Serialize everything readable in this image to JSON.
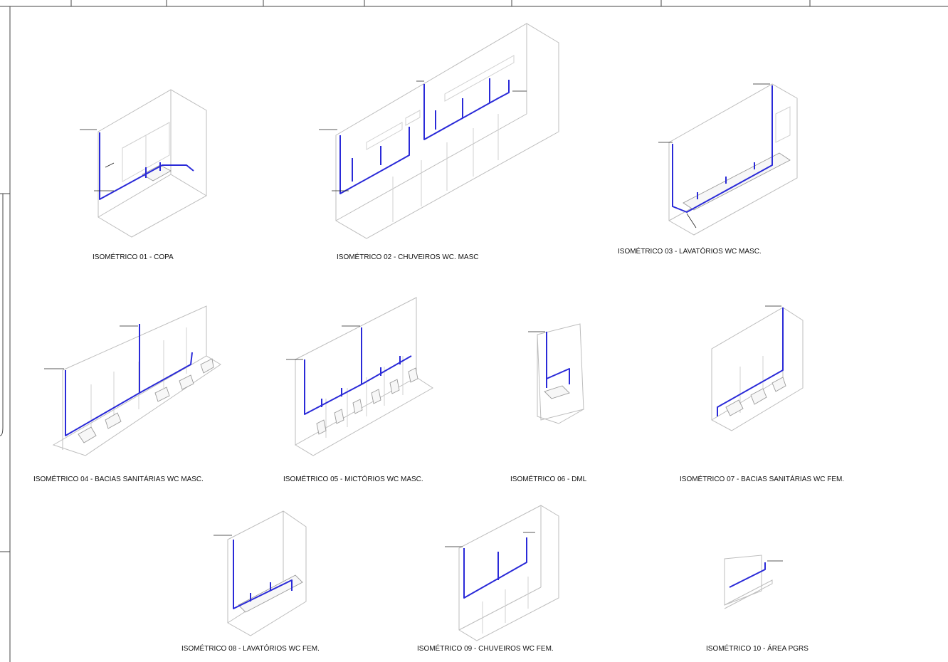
{
  "drawing": {
    "isometrics": [
      {
        "id": "iso01",
        "label": "ISOMÉTRICO 01 - COPA"
      },
      {
        "id": "iso02",
        "label": "ISOMÉTRICO 02 - CHUVEIROS WC. MASC"
      },
      {
        "id": "iso03",
        "label": "ISOMÉTRICO 03 - LAVATÓRIOS WC MASC."
      },
      {
        "id": "iso04",
        "label": "ISOMÉTRICO 04 - BACIAS SANITÁRIAS WC MASC."
      },
      {
        "id": "iso05",
        "label": "ISOMÉTRICO 05 - MICTÓRIOS WC MASC."
      },
      {
        "id": "iso06",
        "label": "ISOMÉTRICO 06 - DML"
      },
      {
        "id": "iso07",
        "label": "ISOMÉTRICO 07 - BACIAS SANITÁRIAS WC FEM."
      },
      {
        "id": "iso08",
        "label": "ISOMÉTRICO 08 - LAVATÓRIOS WC FEM."
      },
      {
        "id": "iso09",
        "label": "ISOMÉTRICO 09 - CHUVEIROS WC FEM."
      },
      {
        "id": "iso10",
        "label": "ISOMÉTRICO 10 - ÁREA PGRS"
      }
    ],
    "colors": {
      "pipe": "#2a2ad8",
      "edges": "#bdbdbd",
      "text": "#111111",
      "frame": "#444444"
    }
  }
}
